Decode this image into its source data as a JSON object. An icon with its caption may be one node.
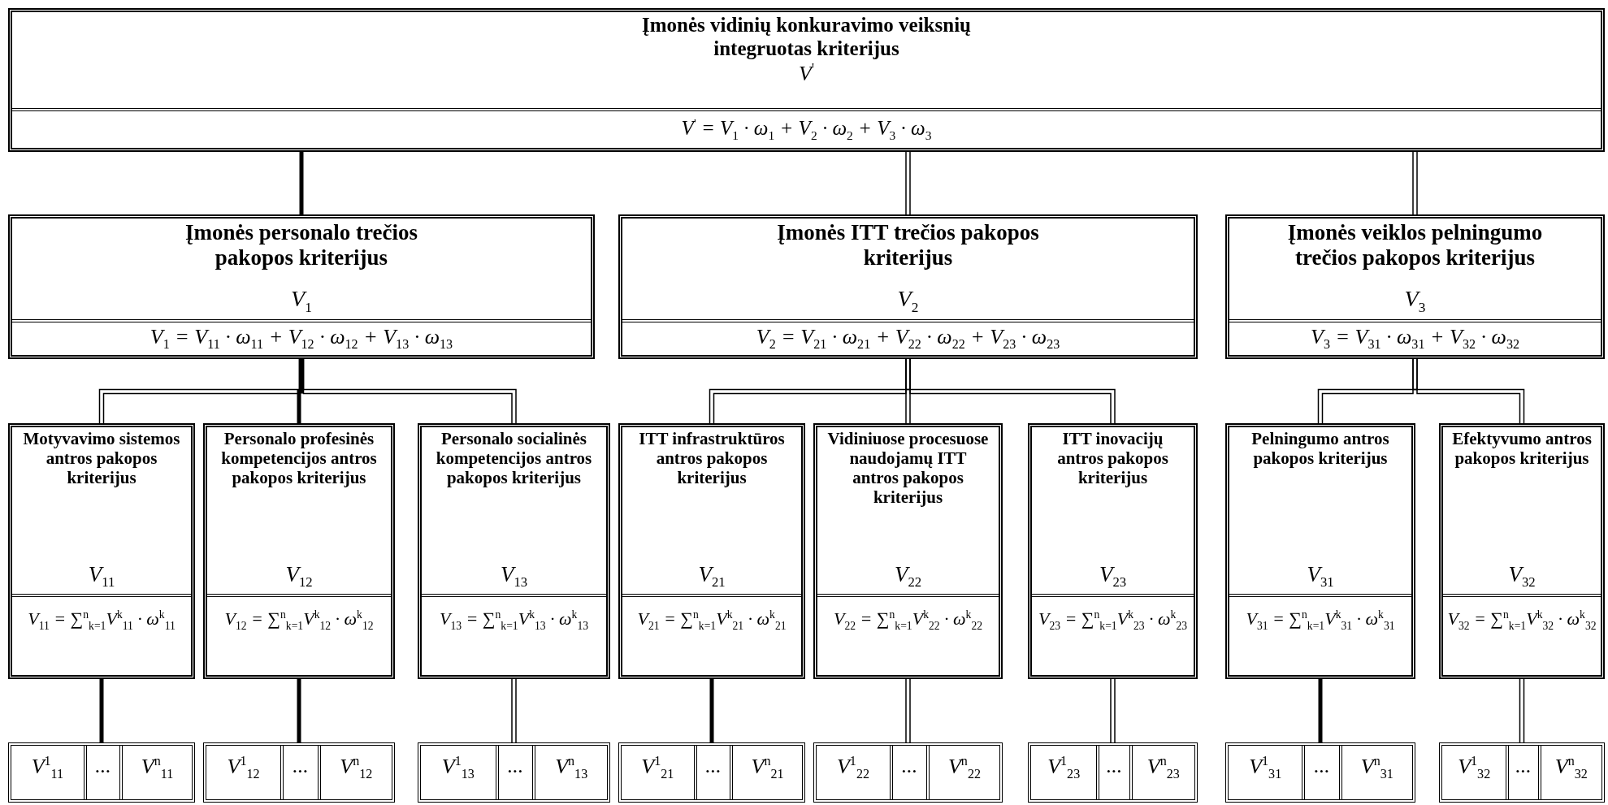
{
  "diagram": {
    "nodes": [
      {
        "text": [
          "Įmonės vidinių konkuravimo veiksnių integruotas kriterijus",
          "V$^{'}$",
          "V$^{'}$ = V$_{1}$ · ω$_{1}$ + V$_{2}$ · ω$_{2}$ + V$_{3}$ · ω$_{3}$"
        ]
      },
      {
        "text": [
          "Įmonės personalo trečios pakopos kriterijus",
          "V$_{1}$",
          "V$_{1}$ = V$_{11}$ · ω$_{11}$ + V$_{12}$ · ω$_{12}$ + V$_{13}$ · ω$_{13}$"
        ]
      },
      {
        "text": [
          "Įmonės ITT trečios pakopos kriterijus",
          "V$_{2}$",
          "V$_{2}$ = V$_{21}$ · ω$_{21}$ + V$_{22}$ · ω$_{22}$ + V$_{23}$ · ω$_{23}$"
        ]
      },
      {
        "text": [
          "Įmonės veiklos pelningumo trečios pakopos kriterijus",
          "V$_{3}$",
          "V$_{3}$ = V$_{31}$ · ω$_{31}$ + V$_{32}$ · ω$_{32}$"
        ]
      },
      {
        "text": [
          "Motyvavimo sistemos antros pakopos kriterijus",
          "V$_{11}$",
          "V$_{11}$ = ∑$^{n}$$_{k=1}$V$^{k}$$_{11}$ · ω$^{k}$$_{11}$"
        ]
      },
      {
        "text": [
          "Personalo profesinės kompetencijos antros pakopos kriterijus",
          "V$_{12}$",
          "V$_{12}$ = ∑$^{n}$$_{k=1}$V$^{k}$$_{12}$ · ω$^{k}$$_{12}$"
        ]
      },
      {
        "text": [
          "Personalo socialinės kompetencijos antros pakopos kriterijus",
          "V$_{13}$",
          "V$_{13}$ = ∑$^{n}$$_{k=1}$V$^{k}$$_{13}$ · ω$^{k}$$_{13}$"
        ]
      },
      {
        "text": [
          "ITT infrastruktūros antros pakopos kriterijus",
          "V$_{21}$",
          "V$_{21}$ = ∑$^{n}$$_{k=1}$V$^{k}$$_{21}$ · ω$^{k}$$_{21}$"
        ]
      },
      {
        "text": [
          "Vidiniuose procesuose naudojamų ITT antros pakopos kriterijus",
          "V$_{22}$",
          "V$_{22}$ = ∑$^{n}$$_{k=1}$V$^{k}$$_{22}$ · ω$^{k}$$_{22}$"
        ]
      },
      {
        "text": [
          "ITT inovacijų antros pakopos kriterijus",
          "V$_{23}$",
          "V$_{23}$ = ∑$^{n}$$_{k=1}$V$^{k}$$_{23}$ · ω$^{k}$$_{23}$"
        ]
      },
      {
        "text": [
          "Pelningumo antros pakopos kriterijus",
          "V$_{31}$",
          "V$_{31}$ = ∑$^{n}$$_{k=1}$V$^{k}$$_{31}$ · ω$^{k}$$_{31}$"
        ]
      },
      {
        "text": [
          "Efektyvumo antros pakopos kriterijus",
          "V$_{32}$",
          "V$_{32}$ = ∑$^{n}$$_{k=1}$V$^{k}$$_{32}$ · ω$^{k}$$_{32}$"
        ]
      },
      {
        "text": [],
        "shape": "box"
      },
      {
        "text": [
          "V$^{1}$$_{11}$"
        ],
        "in": 12
      },
      {
        "text": [
          "..."
        ],
        "in": 12
      },
      {
        "text": [
          "V$^{n}$$_{11}$"
        ],
        "in": 12
      },
      {
        "text": [],
        "shape": "box"
      },
      {
        "text": [
          "V$^{1}$$_{12}$"
        ],
        "in": 16
      },
      {
        "text": [
          "..."
        ],
        "in": 16
      },
      {
        "text": [
          "V$^{n}$$_{12}$"
        ],
        "in": 16
      },
      {
        "text": [],
        "shape": "box"
      },
      {
        "text": [
          "V$^{1}$$_{13}$"
        ],
        "in": 20
      },
      {
        "text": [
          "..."
        ],
        "in": 20
      },
      {
        "text": [
          "V$^{n}$$_{13}$"
        ],
        "in": 20
      },
      {
        "text": [],
        "shape": "box"
      },
      {
        "text": [
          "V$^{1}$$_{21}$"
        ],
        "in": 24
      },
      {
        "text": [
          "..."
        ],
        "in": 24
      },
      {
        "text": [
          "V$^{n}$$_{21}$"
        ],
        "in": 24
      },
      {
        "text": [],
        "shape": "box"
      },
      {
        "text": [
          "V$^{1}$$_{22}$"
        ],
        "in": 28
      },
      {
        "text": [
          "..."
        ],
        "in": 28
      },
      {
        "text": [
          "V$^{n}$$_{22}$"
        ],
        "in": 28
      },
      {
        "text": [],
        "shape": "box"
      },
      {
        "text": [
          "V$^{1}$$_{23}$"
        ],
        "in": 32
      },
      {
        "text": [
          "..."
        ],
        "in": 32
      },
      {
        "text": [
          "V$^{n}$$_{23}$"
        ],
        "in": 32
      },
      {
        "text": [],
        "shape": "box"
      },
      {
        "text": [
          "V$^{1}$$_{31}$"
        ],
        "in": 36
      },
      {
        "text": [
          "..."
        ],
        "in": 36
      },
      {
        "text": [
          "V$^{n}$$_{31}$"
        ],
        "in": 36
      },
      {
        "text": [],
        "shape": "box"
      },
      {
        "text": [
          "V$^{1}$$_{32}$"
        ],
        "in": 40
      },
      {
        "text": [
          "..."
        ],
        "in": 40
      },
      {
        "text": [
          "V$^{n}$$_{32}$"
        ],
        "in": 40
      }
    ],
    "edges": [
      {
        "from": 0,
        "to": 1,
        "arrow": "none",
        "style": "thick"
      },
      {
        "from": 0,
        "to": 2,
        "arrow": "none"
      },
      {
        "from": 0,
        "to": 3,
        "arrow": "none"
      },
      {
        "from": 1,
        "to": 4,
        "arrow": "none"
      },
      {
        "from": 1,
        "to": 5,
        "arrow": "none",
        "style": "thick"
      },
      {
        "from": 1,
        "to": 6,
        "arrow": "none"
      },
      {
        "from": 2,
        "to": 7,
        "arrow": "none"
      },
      {
        "from": 2,
        "to": 8,
        "arrow": "none"
      },
      {
        "from": 2,
        "to": 9,
        "arrow": "none"
      },
      {
        "from": 3,
        "to": 10,
        "arrow": "none"
      },
      {
        "from": 3,
        "to": 11,
        "arrow": "none"
      },
      {
        "from": 4,
        "to": 12,
        "arrow": "none",
        "style": "thick"
      },
      {
        "from": 5,
        "to": 16,
        "arrow": "none",
        "style": "thick"
      },
      {
        "from": 6,
        "to": 20,
        "arrow": "none"
      },
      {
        "from": 7,
        "to": 24,
        "arrow": "none",
        "style": "thick"
      },
      {
        "from": 8,
        "to": 28,
        "arrow": "none"
      },
      {
        "from": 9,
        "to": 32,
        "arrow": "none"
      },
      {
        "from": 10,
        "to": 36,
        "arrow": "none",
        "style": "thick"
      },
      {
        "from": 11,
        "to": 40,
        "arrow": "none"
      }
    ]
  }
}
